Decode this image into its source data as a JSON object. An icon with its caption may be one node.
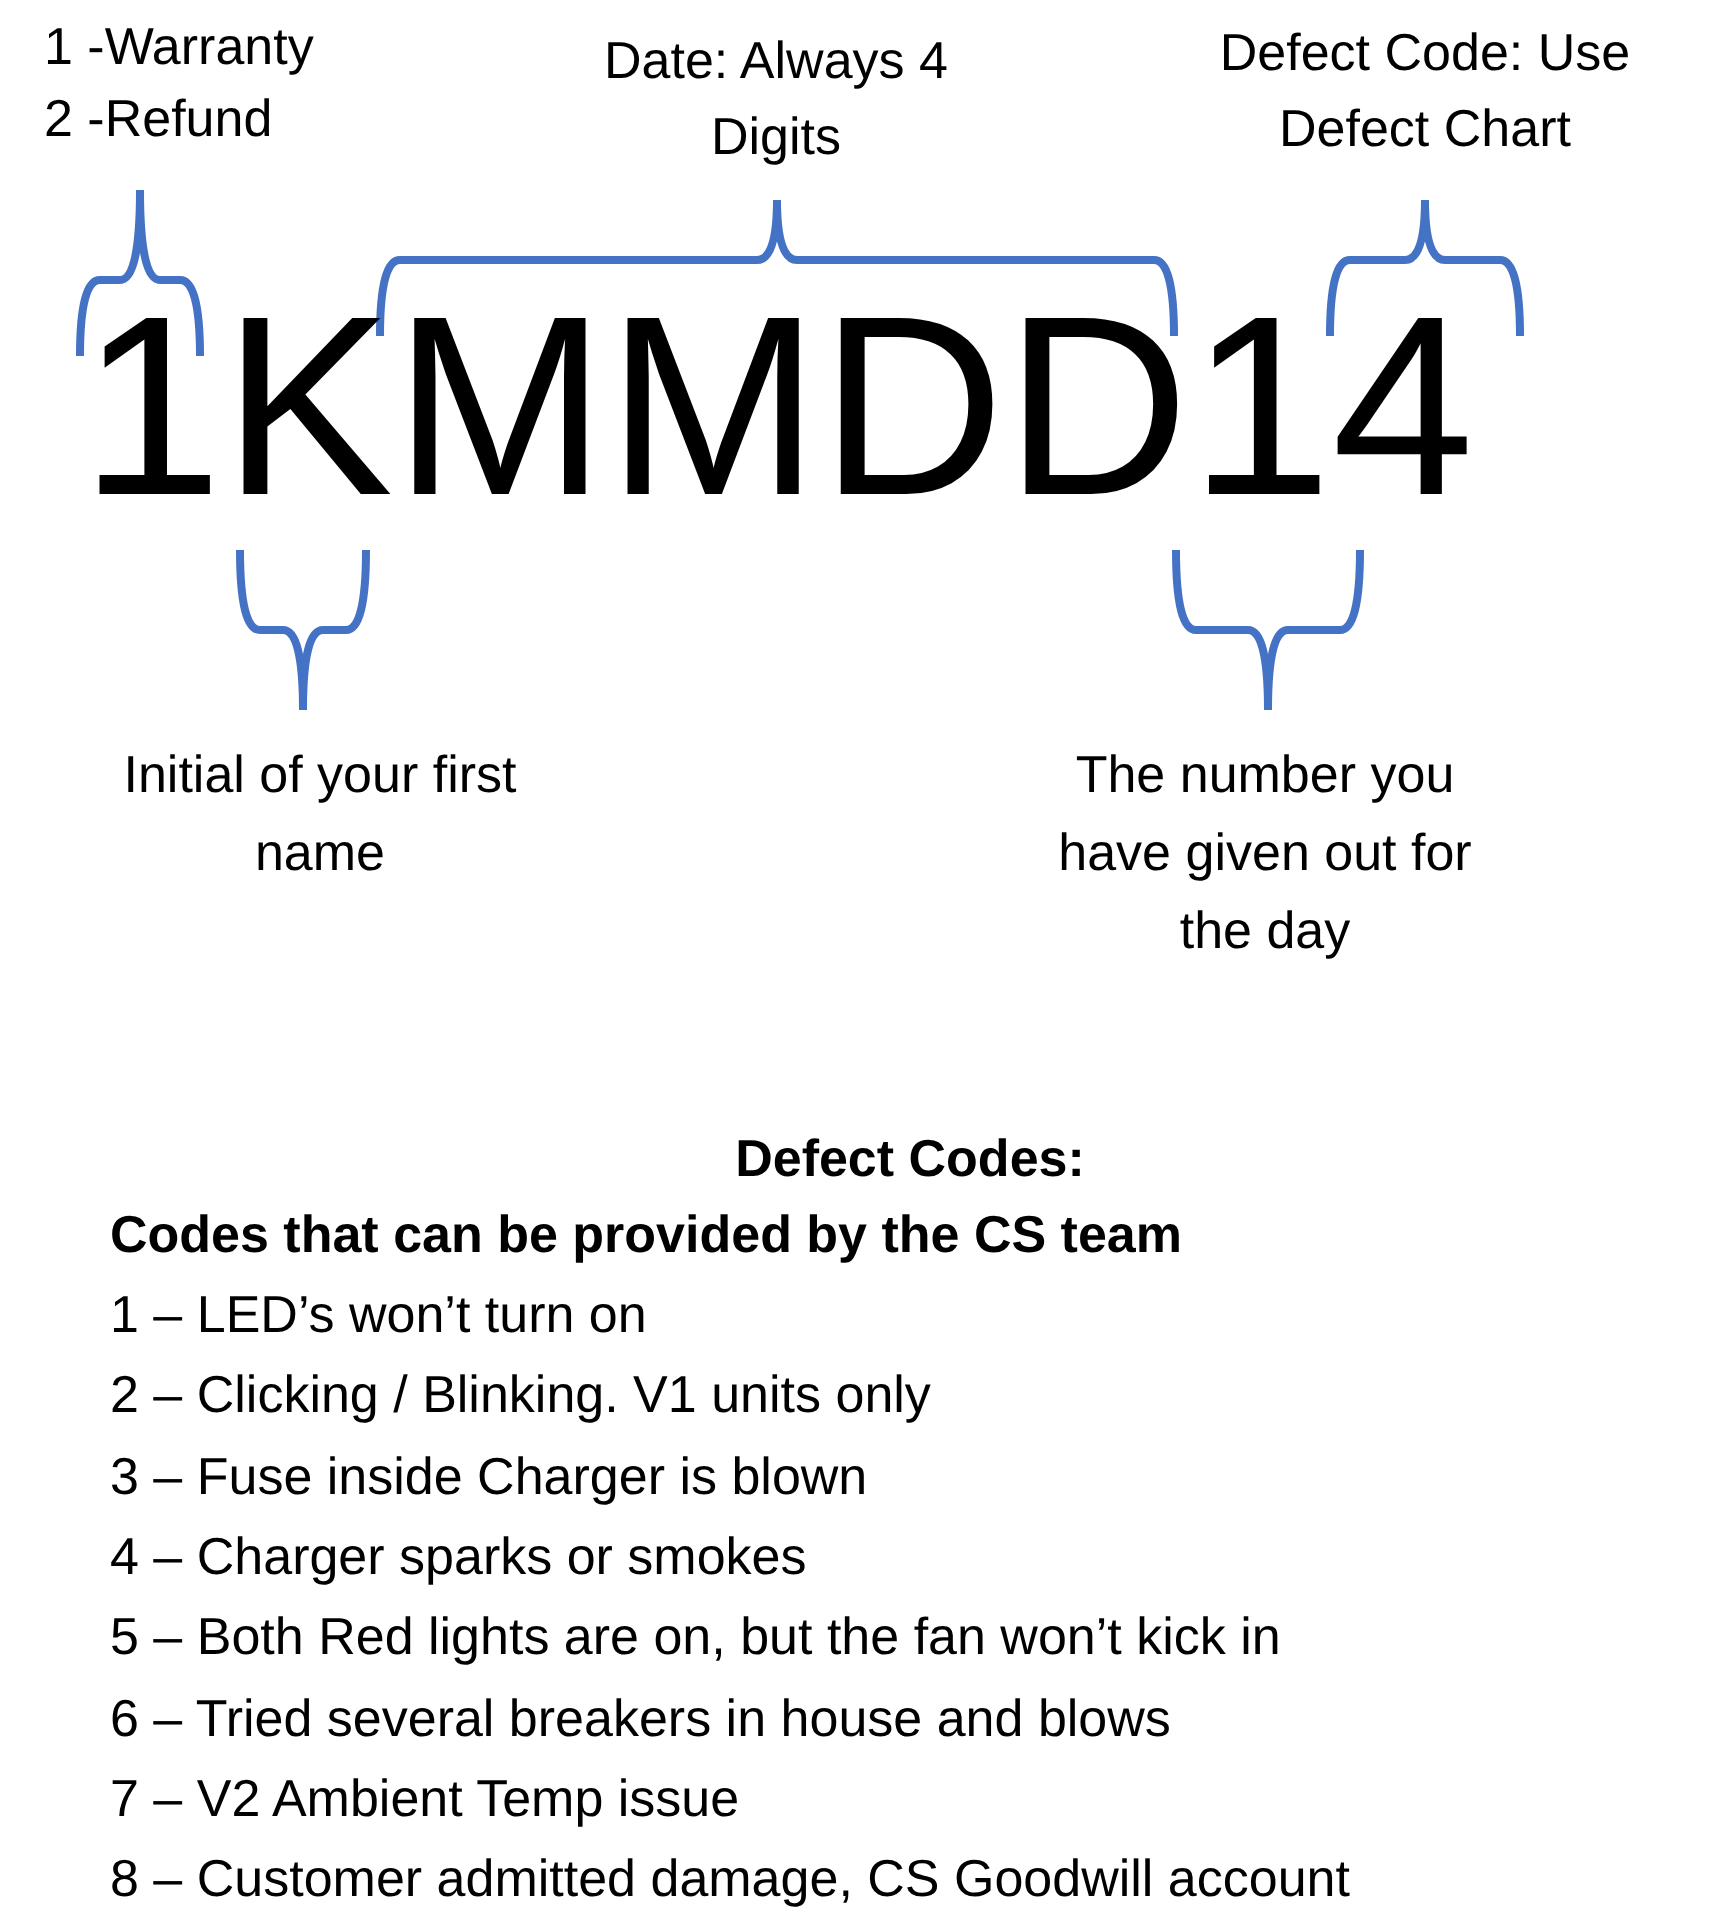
{
  "diagram": {
    "labels": [
      "1 -Warranty",
      "2 -Refund",
      "Date: Always 4 Digits",
      "Defect Code: Use Defect Chart",
      "1KMMDD14",
      "Initial of your first name",
      "The number you have given out for the day",
      "Defect Codes:",
      "Codes that can be provided by the CS team",
      "1 – LED’s won’t turn on",
      "2 – Clicking / Blinking. V1 units only",
      "3 – Fuse inside Charger is blown",
      "4 – Charger sparks or smokes",
      "5 – Both Red lights are on, but the fan won’t kick in",
      "6 – Tried several breakers in house and blows",
      "7 – V2 Ambient Temp issue",
      "8 – Customer admitted damage, CS Goodwill account"
    ]
  }
}
